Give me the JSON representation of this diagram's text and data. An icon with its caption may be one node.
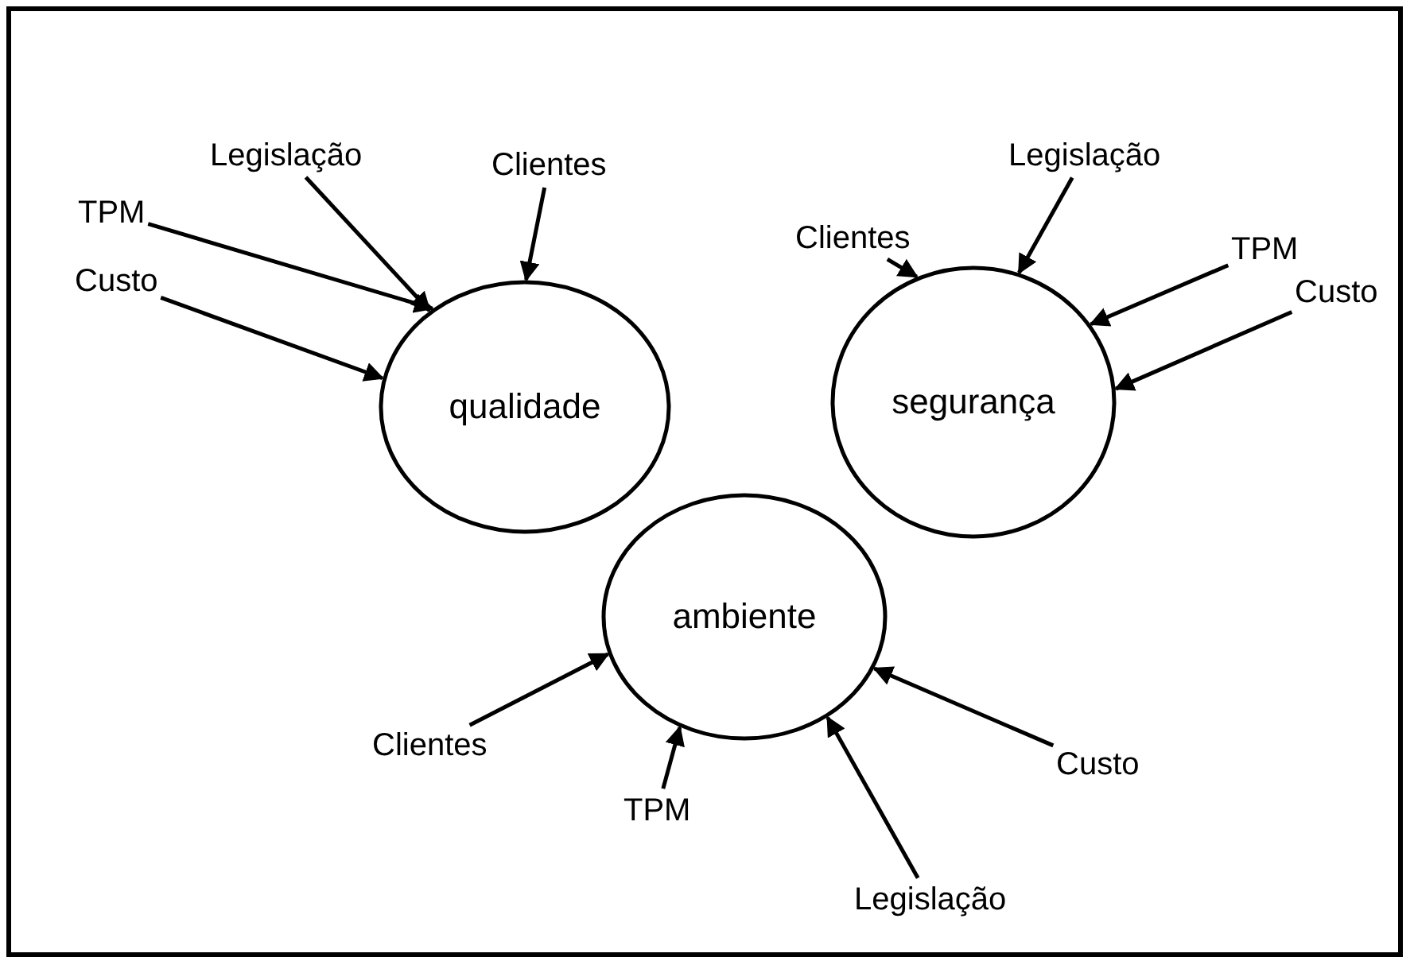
{
  "diagram": {
    "nodes": [
      {
        "text": [
          "Legislação"
        ]
      },
      {
        "text": [
          "Clientes"
        ]
      },
      {
        "text": [
          "Clientes"
        ]
      },
      {
        "text": [
          "Legislação"
        ]
      },
      {
        "text": [
          "TPM"
        ]
      },
      {
        "text": [
          "TPM"
        ]
      },
      {
        "text": [
          "Custo"
        ]
      },
      {
        "text": [
          "Custo"
        ]
      },
      {
        "text": [
          "qualidade"
        ]
      },
      {
        "text": [
          "segurança"
        ]
      },
      {
        "text": [
          "ambiente"
        ]
      },
      {
        "text": [
          "Clientes"
        ]
      },
      {
        "text": [
          "Custo"
        ]
      },
      {
        "text": [
          "TPM"
        ]
      },
      {
        "text": [
          "Legislação"
        ]
      }
    ],
    "edges": [
      {
        "from": 0,
        "to": 8,
        "arrow": "to"
      },
      {
        "from": 1,
        "to": 8,
        "arrow": "to"
      },
      {
        "from": 4,
        "to": 8,
        "arrow": "to"
      },
      {
        "from": 6,
        "to": 8,
        "arrow": "to"
      },
      {
        "from": 2,
        "to": 9,
        "arrow": "to"
      },
      {
        "from": 3,
        "to": 9,
        "arrow": "to"
      },
      {
        "from": 5,
        "to": 9,
        "arrow": "to"
      },
      {
        "from": 7,
        "to": 9,
        "arrow": "to"
      },
      {
        "from": 11,
        "to": 10,
        "arrow": "to"
      },
      {
        "from": 13,
        "to": 10,
        "arrow": "to"
      },
      {
        "from": 14,
        "to": 10,
        "arrow": "to"
      },
      {
        "from": 12,
        "to": 10,
        "arrow": "to"
      }
    ]
  }
}
